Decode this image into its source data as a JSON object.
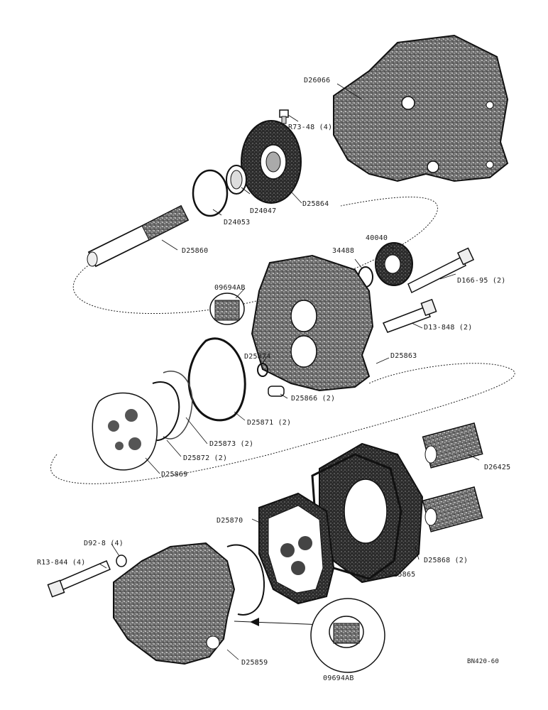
{
  "diagram": {
    "labels": {
      "d26066": "D26066",
      "r73_48": "R73-48 (4)",
      "d25864": "D25864",
      "d24047": "D24047",
      "d24053": "D24053",
      "d25860": "D25860",
      "n40040": "40040",
      "n34488": "34488",
      "d166_95": "D166-95 (2)",
      "n09694ab_top": "09694AB",
      "d13_848": "D13-848 (2)",
      "d25874": "D25874",
      "d25863": "D25863",
      "d25866": "D25866 (2)",
      "d25871": "D25871 (2)",
      "d25873": "D25873 (2)",
      "d25872": "D25872 (2)",
      "d25869": "D25869",
      "d26425": "D26425",
      "d25870": "D25870",
      "d92_8": "D92-8 (4)",
      "r13_844": "R13-844 (4)",
      "d25868": "D25868 (2)",
      "d25865": "D25865",
      "d25859": "D25859",
      "n09694ab_bottom": "09694AB",
      "drawing_code": "BN420-60"
    }
  }
}
